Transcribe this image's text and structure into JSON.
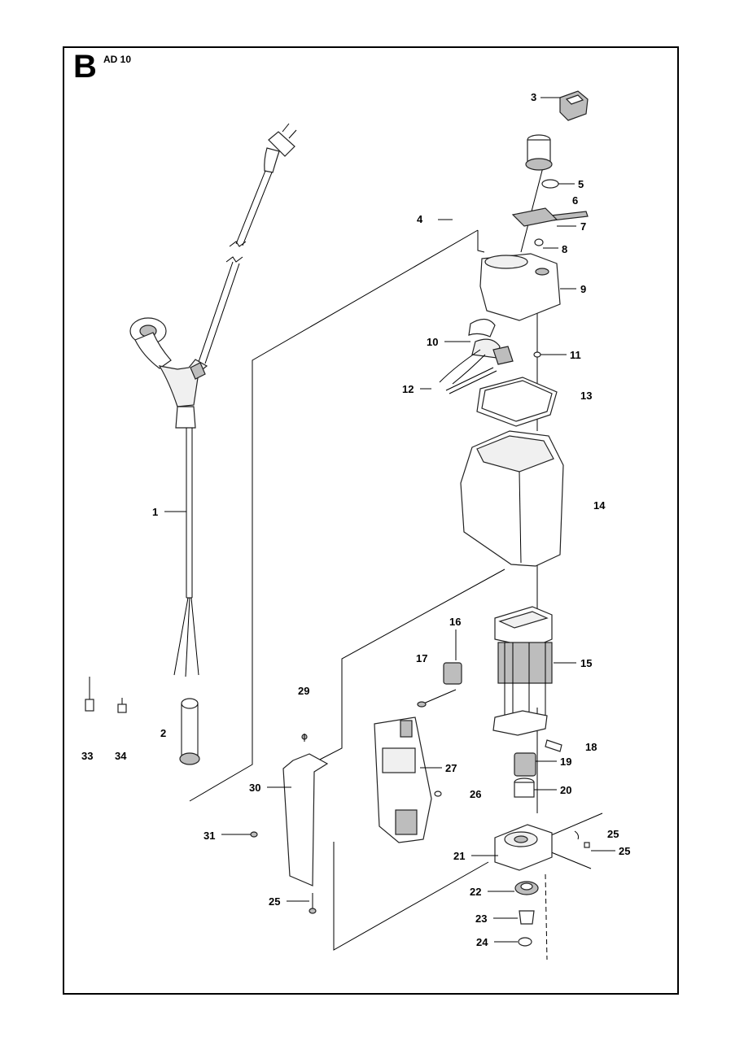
{
  "header": {
    "section_letter": "B",
    "model": "AD 10"
  },
  "callouts": [
    {
      "id": "c1",
      "text": "1"
    },
    {
      "id": "c2",
      "text": "2"
    },
    {
      "id": "c3",
      "text": "3"
    },
    {
      "id": "c4",
      "text": "4"
    },
    {
      "id": "c5",
      "text": "5"
    },
    {
      "id": "c6",
      "text": "6"
    },
    {
      "id": "c7",
      "text": "7"
    },
    {
      "id": "c8",
      "text": "8"
    },
    {
      "id": "c9",
      "text": "9"
    },
    {
      "id": "c10",
      "text": "10"
    },
    {
      "id": "c11",
      "text": "11"
    },
    {
      "id": "c12",
      "text": "12"
    },
    {
      "id": "c13",
      "text": "13"
    },
    {
      "id": "c14",
      "text": "14"
    },
    {
      "id": "c15",
      "text": "15"
    },
    {
      "id": "c16",
      "text": "16"
    },
    {
      "id": "c17",
      "text": "17"
    },
    {
      "id": "c18",
      "text": "18"
    },
    {
      "id": "c19",
      "text": "19"
    },
    {
      "id": "c20",
      "text": "20"
    },
    {
      "id": "c21",
      "text": "21"
    },
    {
      "id": "c22",
      "text": "22"
    },
    {
      "id": "c23",
      "text": "23"
    },
    {
      "id": "c24",
      "text": "24"
    },
    {
      "id": "c25a",
      "text": "25"
    },
    {
      "id": "c25b",
      "text": "25"
    },
    {
      "id": "c25c",
      "text": "25"
    },
    {
      "id": "c26",
      "text": "26"
    },
    {
      "id": "c27",
      "text": "27"
    },
    {
      "id": "c29",
      "text": "29"
    },
    {
      "id": "c30",
      "text": "30"
    },
    {
      "id": "c31",
      "text": "31"
    },
    {
      "id": "c33",
      "text": "33"
    },
    {
      "id": "c34",
      "text": "34"
    }
  ]
}
